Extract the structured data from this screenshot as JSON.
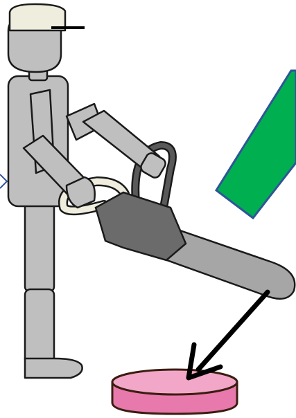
{
  "scene": {
    "description_free": true,
    "colors": {
      "body": "#bfbfbf",
      "outline": "#1a1a1a",
      "cap": "#efeede",
      "chainsaw_body": "#6b6b6b",
      "bar": "#a6a6a6",
      "handle_light": "#efeede",
      "handle_dark": "#595959",
      "green_board": "#00b050",
      "green_outline": "#2f5597",
      "pad_top": "#f2a7c9",
      "pad_side": "#e879ac",
      "pad_outline": "#3a1d10",
      "arrow": "#000000",
      "left_mark": "#2f5597"
    },
    "icons": [
      "worker-figure",
      "chainsaw-icon",
      "green-board",
      "pink-target-pad",
      "pointer-arrow"
    ]
  }
}
